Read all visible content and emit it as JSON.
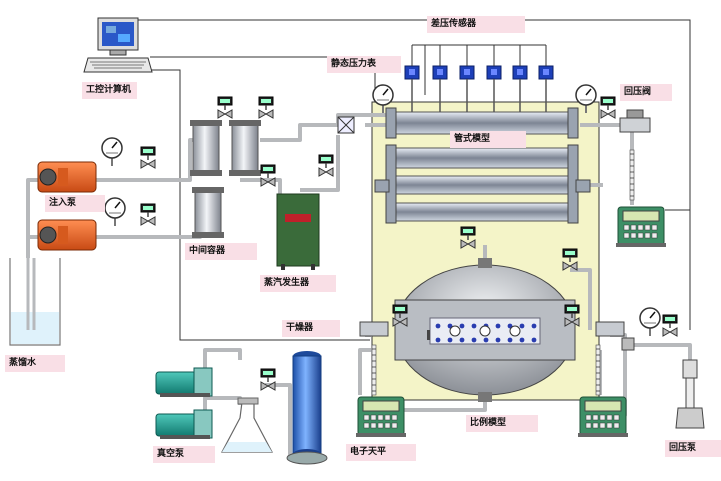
{
  "labels": {
    "computer": "工控计算机",
    "pressure_sensor": "差压传感器",
    "static_pressure": "静态压力表",
    "back_pressure_valve": "回压阀",
    "tube_model": "管式模型",
    "injection_pump": "注入泵",
    "intermediate_container": "中间容器",
    "steam_generator": "蒸汽发生器",
    "dryer": "干燥器",
    "distilled_water": "蒸馏水",
    "vacuum_pump": "真空泵",
    "electronic_balance": "电子天平",
    "proportional_model": "比例模型",
    "back_pressure_pump": "回压泵"
  },
  "colors": {
    "pipe": "#b7b9bc",
    "chamber": "#f4f4c8",
    "pump": "#e4662a",
    "motor": "#2aa69a",
    "steam": "#3a6b3a",
    "column": "#2f6fd0",
    "label_bg": "#f9dfe6"
  },
  "icons": [
    "computer-icon",
    "pressure-gauge-icon",
    "valve-icon",
    "transducer-icon",
    "balance-icon"
  ]
}
